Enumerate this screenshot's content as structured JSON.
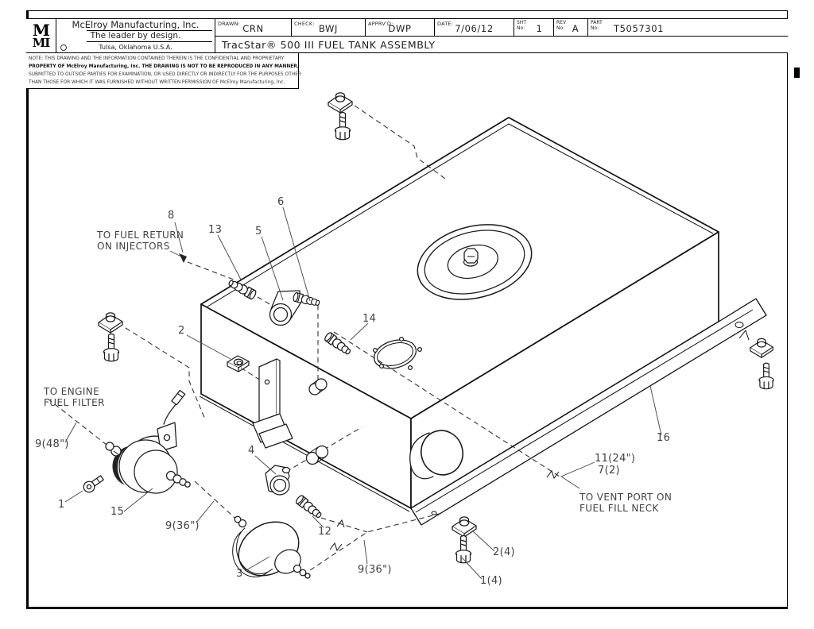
{
  "title_block": {
    "logo_top": "M",
    "logo_bottom": "MI",
    "company_name": "McElroy Manufacturing, Inc.",
    "tagline": "The leader by design.",
    "location": "Tulsa, Oklahoma U.S.A.",
    "drawn_label": "DRAWN:",
    "drawn_value": "CRN",
    "check_label": "CHECK:",
    "check_value": "BWJ",
    "apprvd_label": "APPRV'D:",
    "apprvd_value": "DWP",
    "date_label": "DATE:",
    "date_value": "7/06/12",
    "sht_label1": "SHT",
    "sht_label2": "No:",
    "sht_value": "1",
    "rev_label1": "REV",
    "rev_label2": "No:",
    "rev_value": "A",
    "part_label1": "PART",
    "part_label2": "No:",
    "part_value": "T5057301",
    "drawing_title": "TracStar® 500 III FUEL TANK ASSEMBLY"
  },
  "note": {
    "l1": "NOTE: THIS DRAWING AND THE INFORMATION CONTAINED THEREIN IS THE CONFIDENTIAL AND PROPRIETARY",
    "l2": "PROPERTY OF McElroy Manufacturing, Inc. THE DRAWING IS NOT TO BE REPRODUCED IN ANY MANNER,",
    "l3": "SUBMITTED TO OUTSIDE PARTIES FOR EXAMINATION, OR USED DIRECTLY OR INDIRECTLY FOR THE PURPOSES OTHER",
    "l4": "THAN THOSE FOR WHICH IT WAS FURNISHED WITHOUT WRITTEN PERMISSION OF McElroy Manufacturing, Inc."
  },
  "callouts": {
    "c1": "1",
    "c2": "2",
    "c3": "3",
    "c4": "4",
    "c5": "5",
    "c6": "6",
    "c8": "8",
    "c12": "12",
    "c13": "13",
    "c14": "14",
    "c15": "15",
    "c16": "16",
    "clamp_qty": "2(4)",
    "bolt_qty": "1(4)",
    "hose_48": "9(48\")",
    "hose_36_pump": "9(36\")",
    "hose_36_filter": "9(36\")",
    "vent_hose": "11(24\")",
    "vent_clamps": "7(2)"
  },
  "annotations": {
    "fuel_return_l1": "TO FUEL RETURN",
    "fuel_return_l2": "ON INJECTORS",
    "engine_filter_l1": "TO ENGINE",
    "engine_filter_l2": "FUEL FILTER",
    "vent_port_l1": "TO VENT PORT ON",
    "vent_port_l2": "FUEL FILL NECK"
  }
}
